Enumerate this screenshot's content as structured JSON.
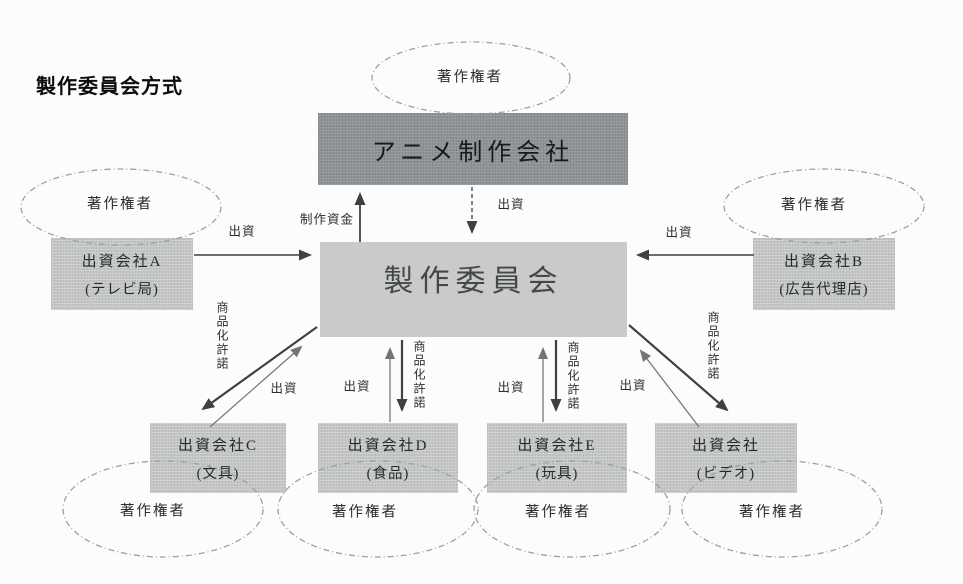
{
  "title": "製作委員会方式",
  "copyright_holder_label": "著作権者",
  "nodes": {
    "anime_studio": {
      "label": "アニメ制作会社"
    },
    "committee": {
      "label": "製作委員会"
    },
    "investor_a": {
      "line1": "出資会社A",
      "line2": "(テレビ局)"
    },
    "investor_b": {
      "line1": "出資会社B",
      "line2": "(広告代理店)"
    },
    "investor_c": {
      "line1": "出資会社C",
      "line2": "(文具)"
    },
    "investor_d": {
      "line1": "出資会社D",
      "line2": "(食品)"
    },
    "investor_e": {
      "line1": "出資会社E",
      "line2": "(玩具)"
    },
    "investor_video": {
      "line1": "出資会社",
      "line2": "(ビデオ)"
    }
  },
  "edge_labels": {
    "production_funds": "制作資金",
    "investment": "出資",
    "merchandising_license": "商品化許諾"
  },
  "colors": {
    "dark_node_fill": "#8f9396",
    "committee_fill": "#c9cac9",
    "investor_fill": "#c3c5c5",
    "arrow_dark": "#3d4144",
    "arrow_gray": "#74797d",
    "ellipse_stroke": "#9aa1a6"
  }
}
